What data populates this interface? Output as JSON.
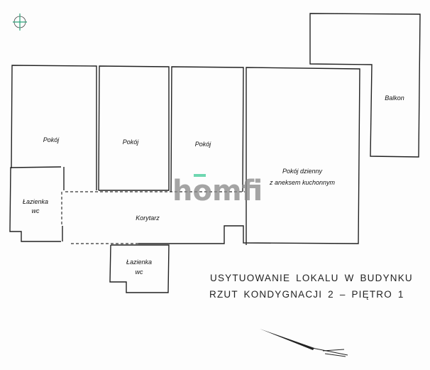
{
  "rooms": {
    "pokoj1": "Pokój",
    "pokoj2": "Pokój",
    "pokoj3": "Pokój",
    "living_line1": "Pokój dzienny",
    "living_line2": "z aneksem kuchonnym",
    "balkon": "Balkon",
    "korytarz": "Korytarz",
    "bath_left_line1": "Łazienka",
    "bath_left_line2": "wc",
    "bath_bottom_line1": "Łazienka",
    "bath_bottom_line2": "wc"
  },
  "caption": {
    "line1": "USYTUOWANIE LOKALU W BUDYNKU",
    "line2": "RZUT KONDYGNACJI 2 – PIĘTRO 1"
  },
  "watermark": "homfi",
  "colors": {
    "walls": "#222222",
    "watermark_accent": "#5fd3a8",
    "compass": "#2aa37a"
  },
  "icons": {
    "compass": "compass-rose-icon",
    "north_arrow": "north-arrow-icon"
  }
}
